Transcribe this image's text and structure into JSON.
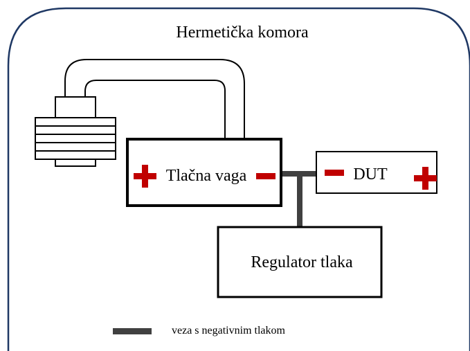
{
  "title": "Hermetička komora",
  "pressure_balance": {
    "label": "Tlačna vaga",
    "left_sign": "+",
    "right_sign": "-"
  },
  "dut": {
    "label": "DUT",
    "left_sign": "-",
    "right_sign": "+"
  },
  "regulator": {
    "label": "Regulator tlaka"
  },
  "legend": {
    "label": "veza s negativnim tlakom"
  },
  "colors": {
    "chamber_border": "#1f3864",
    "outline": "#000000",
    "negative_line": "#404040",
    "sign": "#c00000"
  }
}
